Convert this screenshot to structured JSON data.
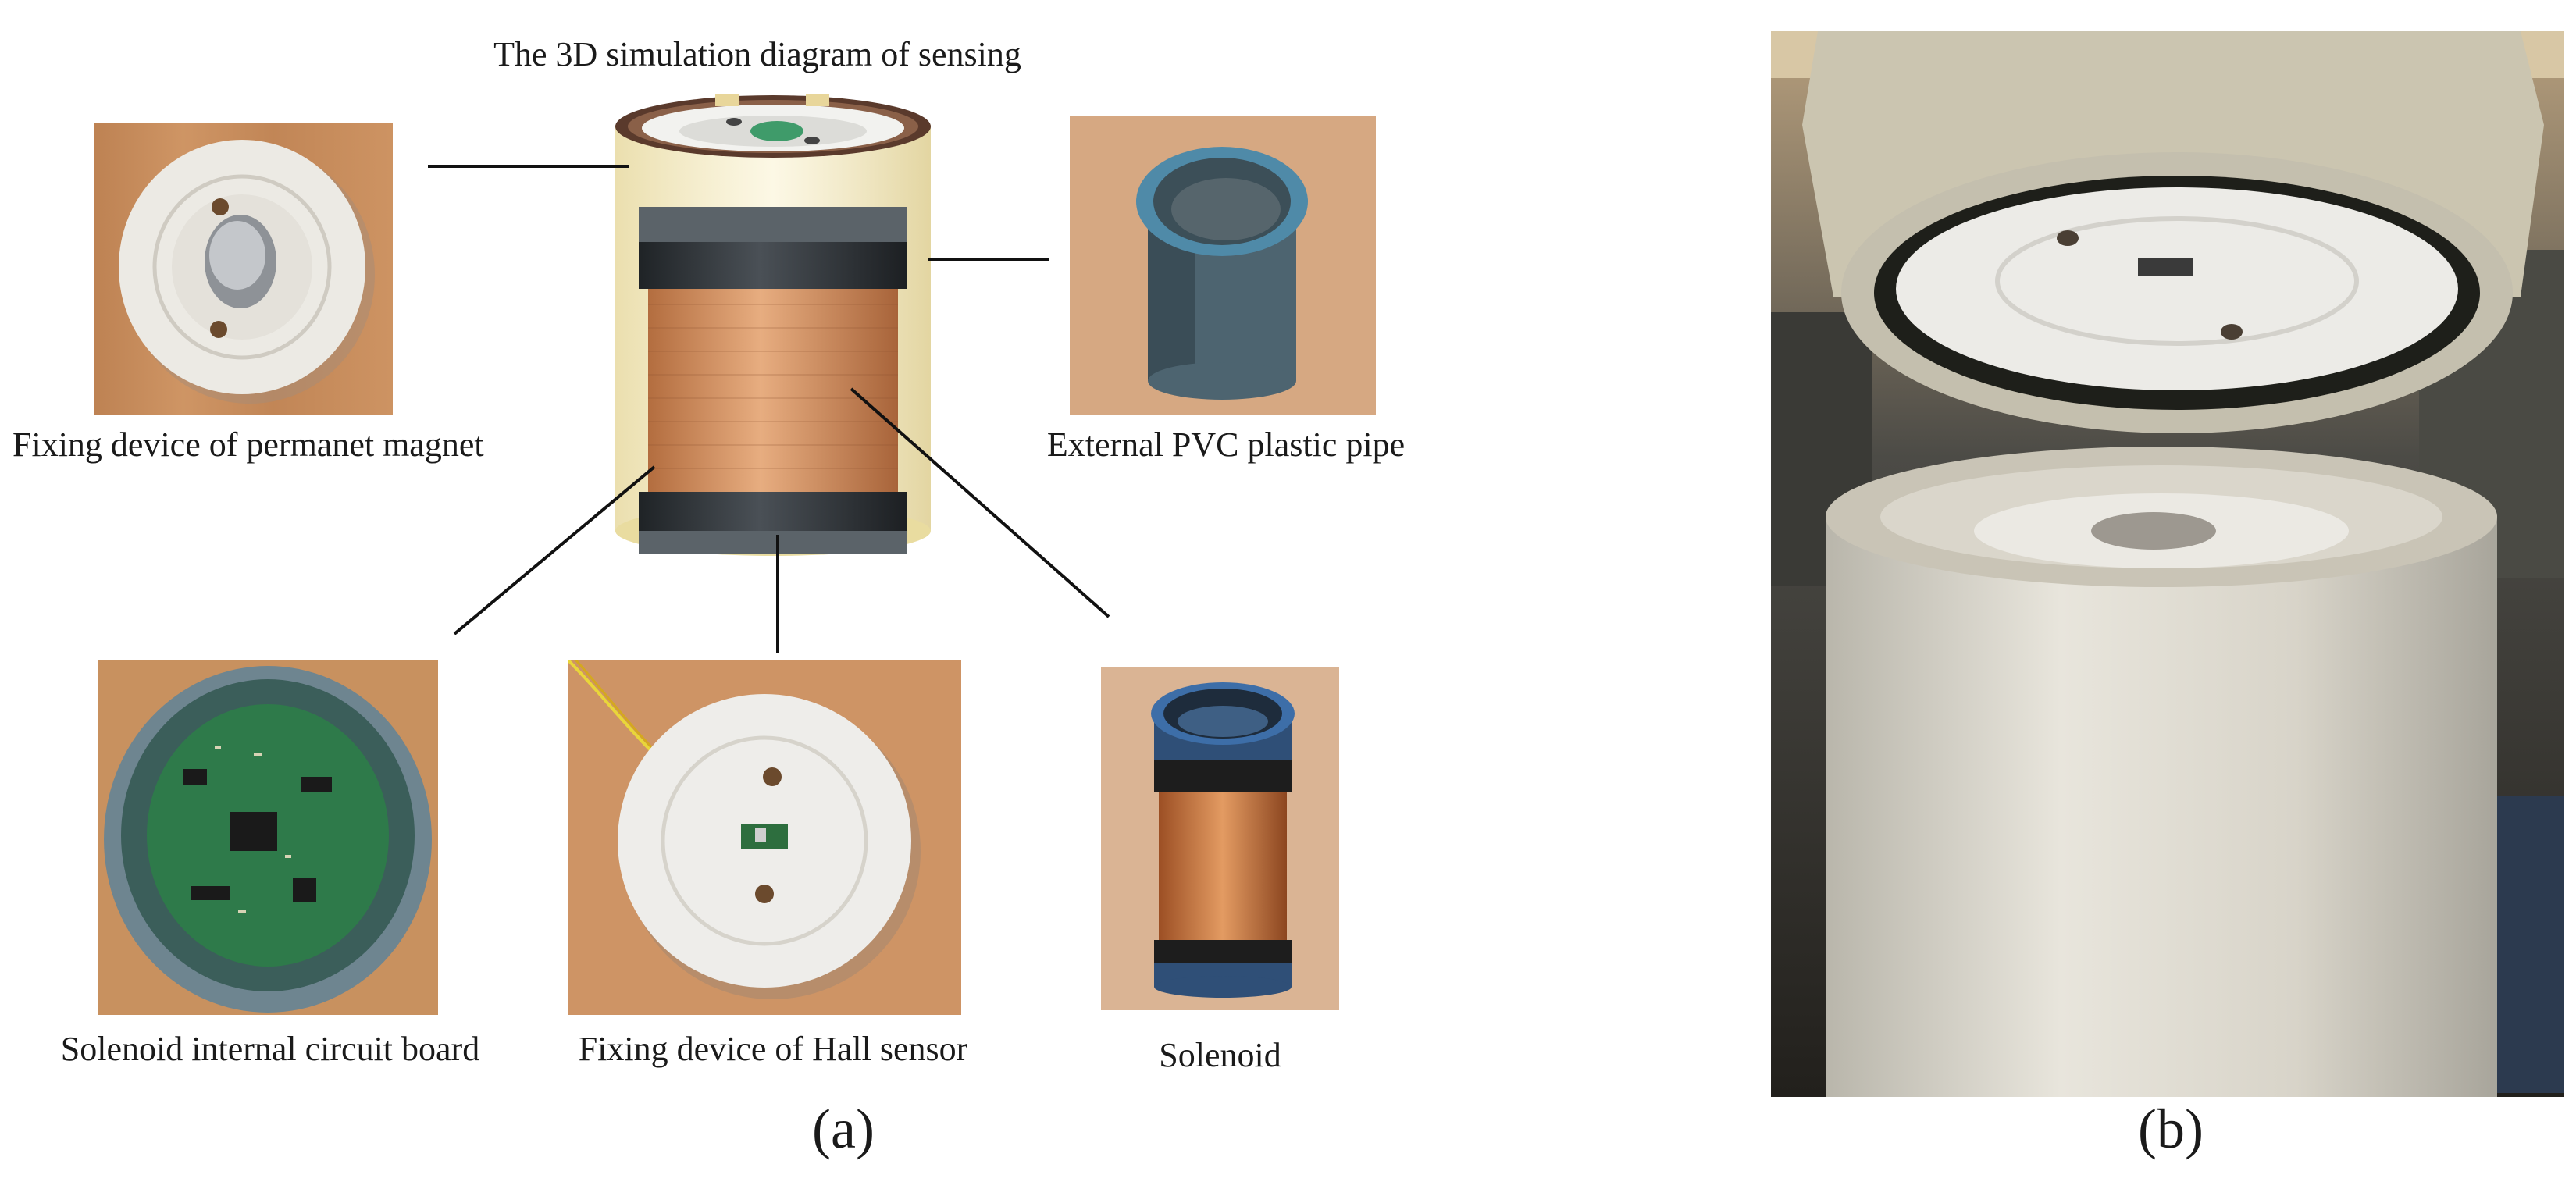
{
  "panel_a": {
    "title": "The 3D simulation diagram of sensing",
    "captions": {
      "magnet_fixture": "Fixing device of permanet magnet",
      "pvc_pipe": "External PVC plastic pipe",
      "circuit_board": "Solenoid internal circuit board",
      "hall_fixture": "Fixing device of Hall sensor",
      "solenoid": "Solenoid"
    },
    "label": "(a)"
  },
  "panel_b": {
    "label": "(b)"
  },
  "colors": {
    "wood": "#c98f5e",
    "coil_copper": "#c98351",
    "pvc_blue": "#4f7f95",
    "white_plastic": "#e7e6e0",
    "pvc_transparent": "#efe2a6"
  }
}
